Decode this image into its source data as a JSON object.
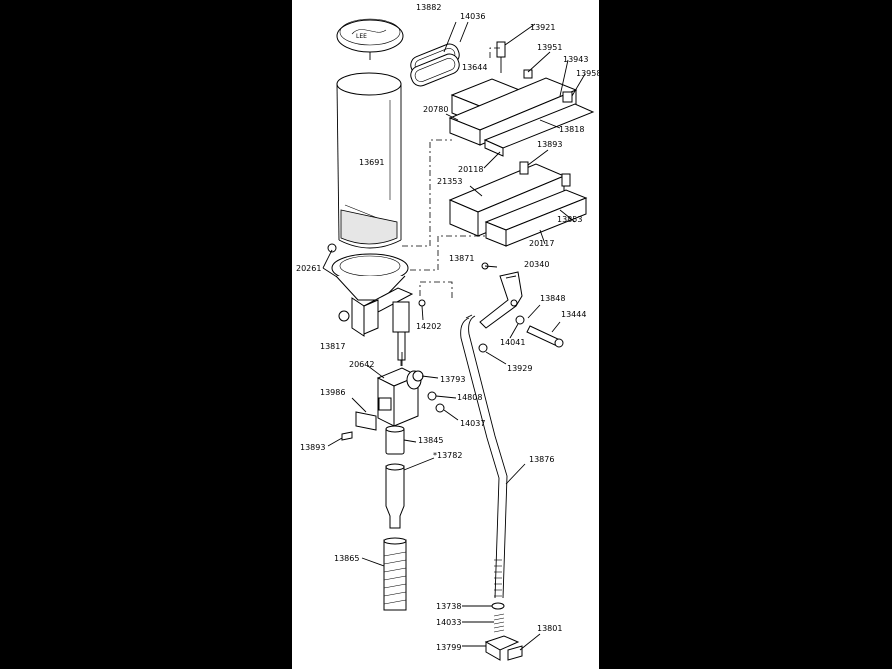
{
  "colors": {
    "background": "#000000",
    "sheet": "#ffffff",
    "ink": "#000000"
  },
  "labels": {
    "p13882": "13882",
    "p14036": "14036",
    "p13921": "13921",
    "p13644": "13644",
    "p13951": "13951",
    "p13943": "13943",
    "p13958": "13958",
    "p20780": "20780",
    "p13818": "13818",
    "p13691": "13691",
    "p13893a": "13893",
    "p20118": "20118",
    "p21353": "21353",
    "p13853": "13853",
    "p20117": "20117",
    "p20261": "20261",
    "p13871": "13871",
    "p20340": "20340",
    "p13848": "13848",
    "p13444": "13444",
    "p14202": "14202",
    "p14041": "14041",
    "p13817": "13817",
    "p13929": "13929",
    "p20642": "20642",
    "p13793": "13793",
    "p13986": "13986",
    "p14808": "14808",
    "p14037": "14037",
    "p13893b": "13893",
    "p13845": "13845",
    "p13782": "*13782",
    "p13876": "13876",
    "p13865": "13865",
    "p13738": "13738",
    "p14033": "14033",
    "p13801": "13801",
    "p13799": "13799"
  }
}
